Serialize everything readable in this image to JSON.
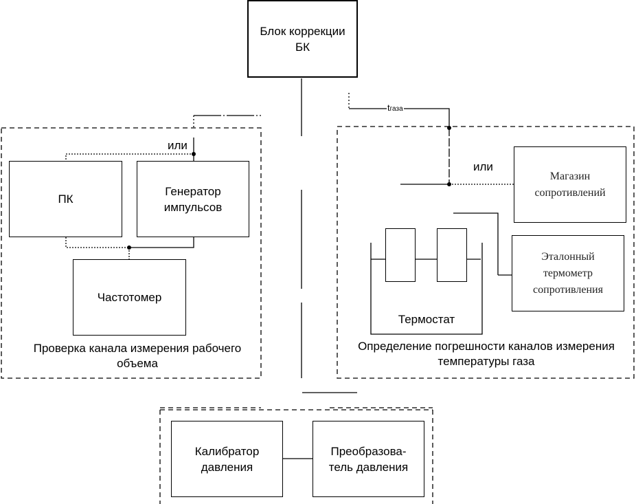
{
  "diagram": {
    "central_block": {
      "line1": "Блок коррекции",
      "line2": "БК"
    },
    "gas_temp_signal": {
      "base": "t",
      "subscript": "газа"
    },
    "volume_group": {
      "caption_line1": "Проверка канала измерения рабочего",
      "caption_line2": "объема",
      "or_label": "или",
      "pc": "ПК",
      "pulse_generator": {
        "line1": "Генератор",
        "line2": "импульсов"
      },
      "frequency_meter": "Частотомер"
    },
    "temperature_group": {
      "caption_line1": "Определение погрешности каналов измерения",
      "caption_line2": "температуры газа",
      "or_label": "или",
      "resistance_box": {
        "line1": "Магазин",
        "line2": "сопротивлений"
      },
      "reference_thermometer": {
        "line1": "Эталонный",
        "line2": "термометр",
        "line3": "сопротивления"
      },
      "thermostat": "Термостат"
    },
    "pressure_group": {
      "calibrator": {
        "line1": "Калибратор",
        "line2": "давления"
      },
      "transducer": {
        "line1": "Преобразова-",
        "line2": "тель давления"
      }
    }
  }
}
